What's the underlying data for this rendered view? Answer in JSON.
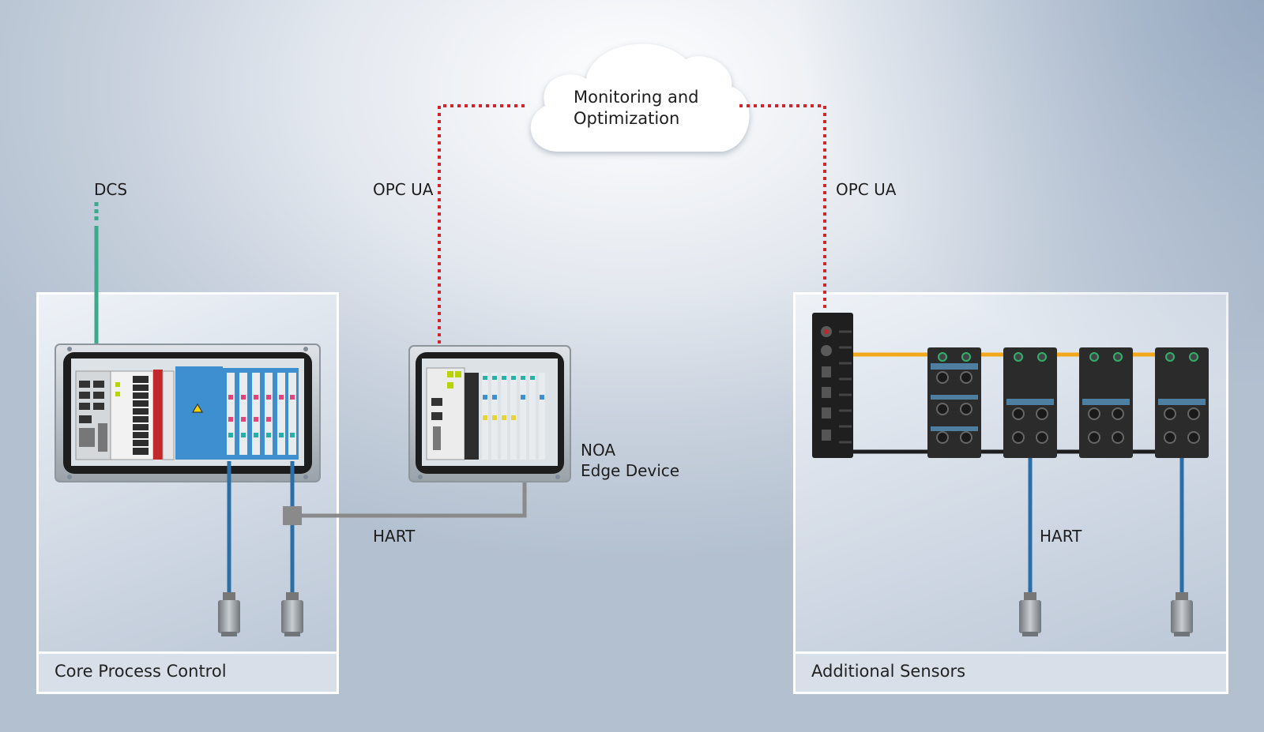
{
  "cloud": {
    "line1": "Monitoring and",
    "line2": "Optimization"
  },
  "labels": {
    "dcs": "DCS",
    "opc_left": "OPC UA",
    "opc_right": "OPC UA",
    "noa_line1": "NOA",
    "noa_line2": "Edge Device",
    "hart_left": "HART",
    "hart_right": "HART"
  },
  "panels": {
    "left_footer": "Core Process Control",
    "right_footer": "Additional Sensors"
  },
  "colors": {
    "opc_link": "#d4232b",
    "dcs_link": "#3aaa8a",
    "hart_link": "#8a8a8a",
    "sensor_cable": "#2a6fa8",
    "ethercat_yellow": "#f3a81b",
    "io_blue": "#3d8fd0",
    "brand_red": "#c1272d"
  }
}
